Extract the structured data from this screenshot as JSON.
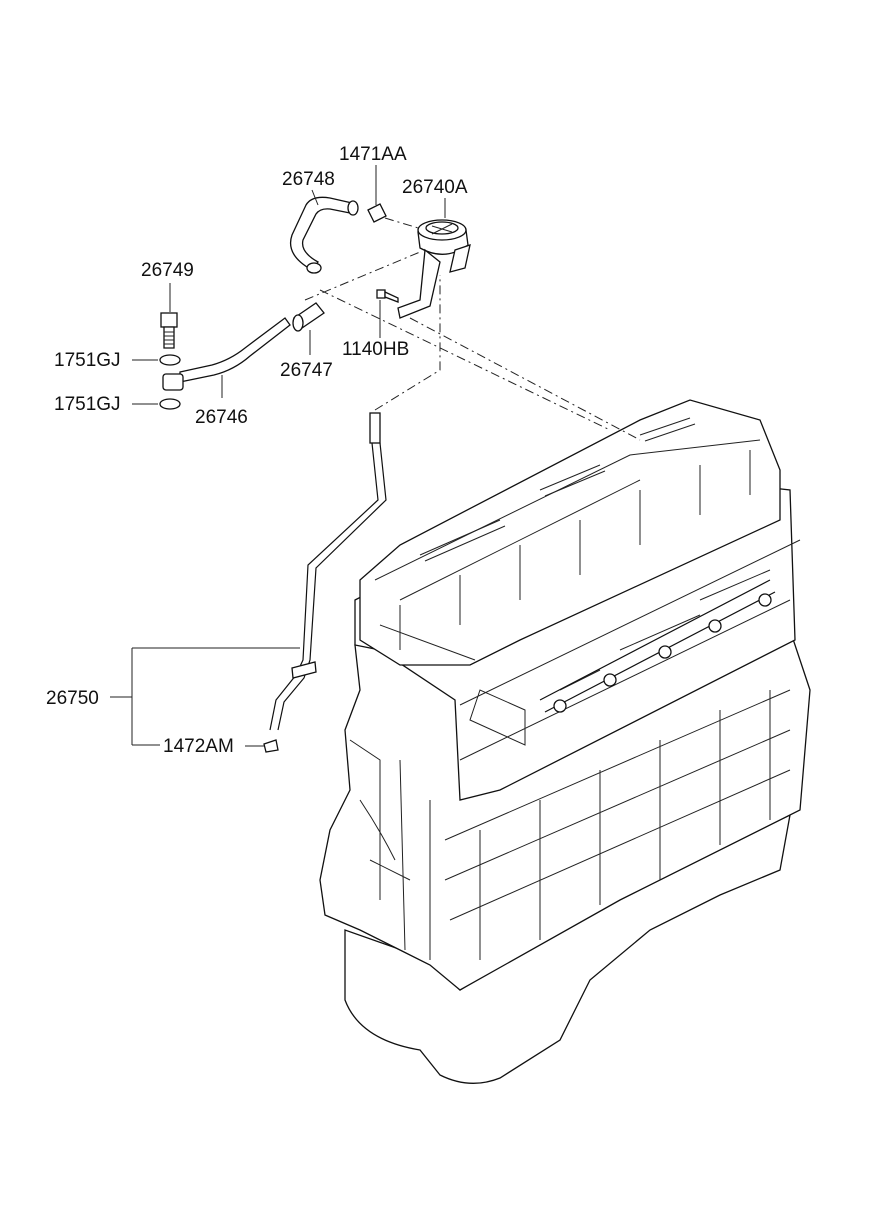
{
  "diagram": {
    "labels": {
      "p1471AA": "1471AA",
      "p26748": "26748",
      "p26740A": "26740A",
      "p26749": "26749",
      "p1751GJ_top": "1751GJ",
      "p1751GJ_bottom": "1751GJ",
      "p26747": "26747",
      "p1140HB": "1140HB",
      "p26746": "26746",
      "p26750": "26750",
      "p1472AM": "1472AM"
    }
  }
}
